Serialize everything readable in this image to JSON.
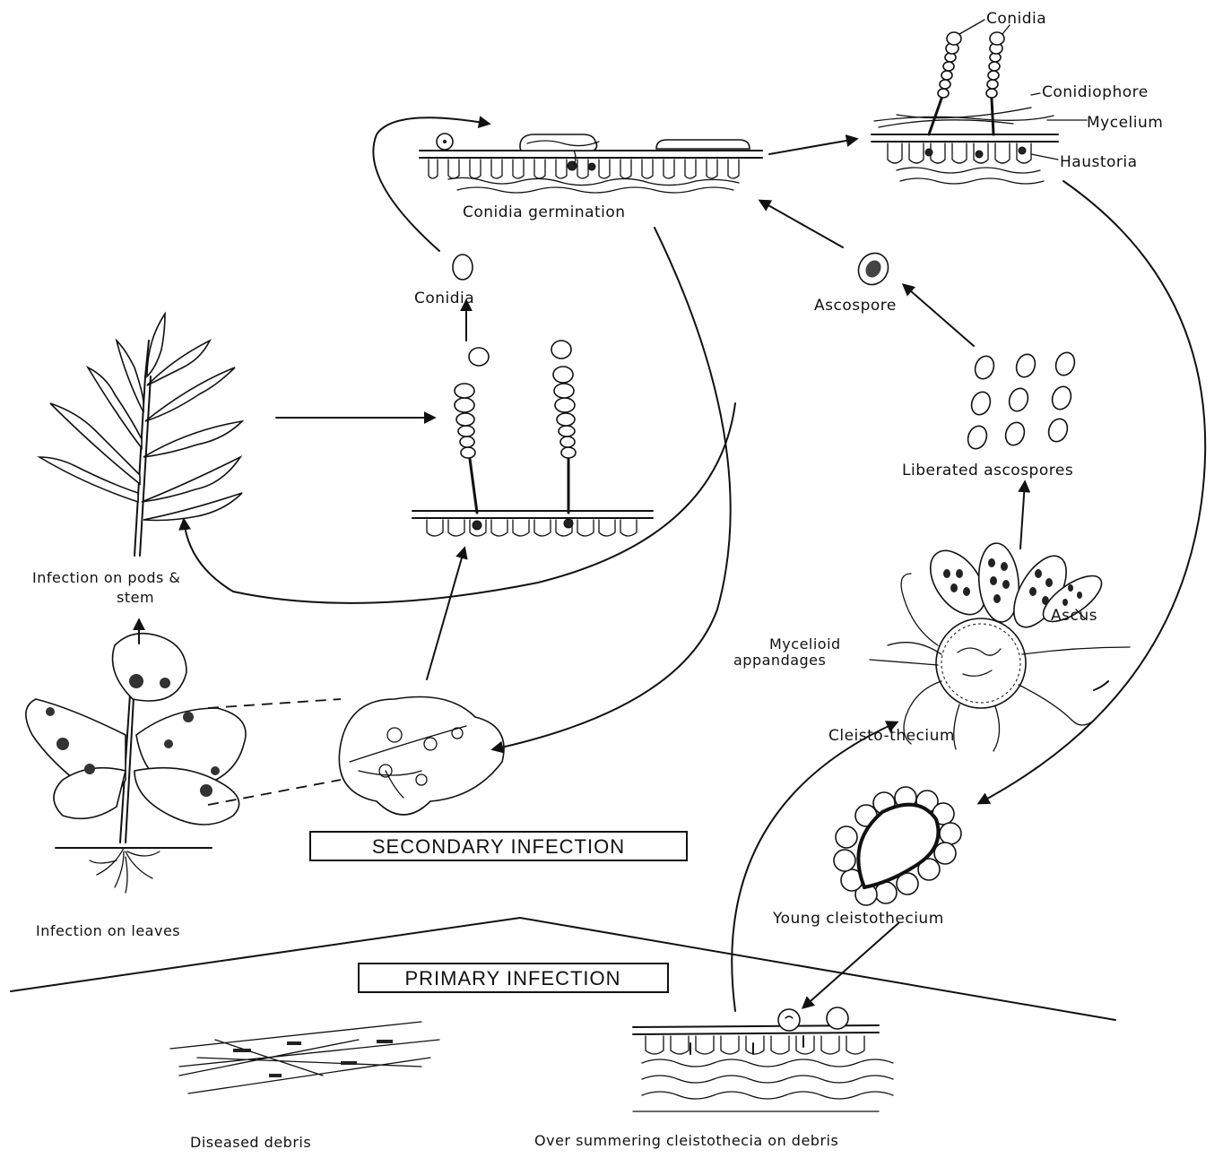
{
  "labels": {
    "conidia_top": "Conidia",
    "conidiophore": "Conidiophore",
    "mycelium": "Mycelium",
    "haustoria": "Haustoria",
    "conidia_germination": "Conidia germination",
    "conidia_mid": "Conidia",
    "ascospore": "Ascospore",
    "liberated_ascospores": "Liberated ascospores",
    "infection_pods_stem_1": "Infection on pods &",
    "infection_pods_stem_2": "stem",
    "ascus": "Ascus",
    "mycelioid_1": "Mycelioid",
    "mycelioid_2": "appandages",
    "cleistothecium": "Cleisto-thecium",
    "secondary_infection": "SECONDARY INFECTION",
    "young_cleistothecium": "Young cleistothecium",
    "infection_leaves": "Infection on leaves",
    "primary_infection": "PRIMARY INFECTION",
    "diseased_debris": "Diseased debris",
    "over_summering": "Over summering cleistothecia on debris"
  }
}
